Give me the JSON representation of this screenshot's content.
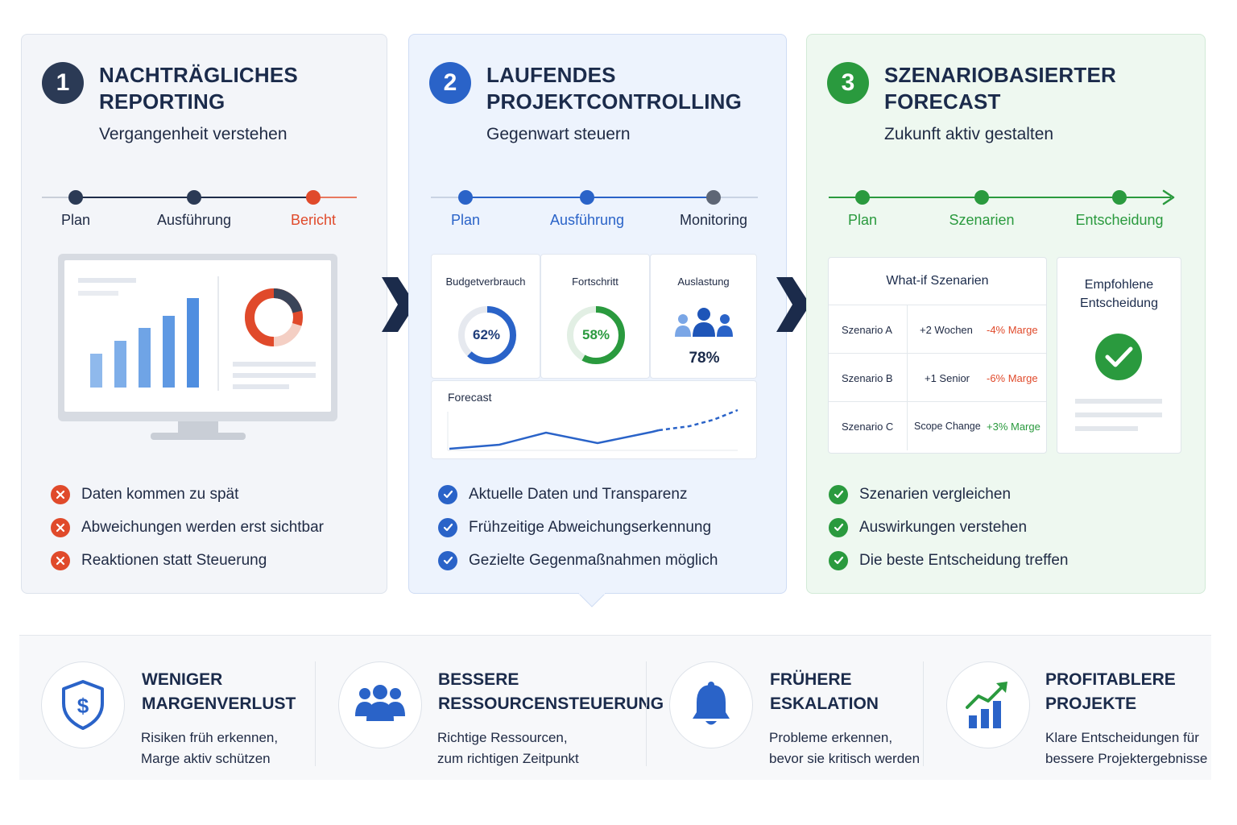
{
  "colors": {
    "navy": "#1b2b4b",
    "red": "#e04a2b",
    "blue": "#2a63c8",
    "green": "#2a9a3e",
    "gray": "#5e6675"
  },
  "stage1": {
    "number": "1",
    "title_line1": "NACHTRÄGLICHES",
    "title_line2": "REPORTING",
    "subtitle": "Vergangenheit verstehen",
    "timeline": [
      "Plan",
      "Ausführung",
      "Bericht"
    ],
    "illustration_icon": "monitor-report-icon",
    "bullets": [
      "Daten kommen zu spät",
      "Abweichungen werden erst sichtbar",
      "Reaktionen statt Steuerung"
    ],
    "bullet_icon": "x-circle-icon"
  },
  "stage2": {
    "number": "2",
    "title_line1": "LAUFENDES",
    "title_line2": "PROJEKTCONTROLLING",
    "subtitle": "Gegenwart steuern",
    "timeline": [
      "Plan",
      "Ausführung",
      "Monitoring"
    ],
    "kpis": [
      {
        "label": "Budgetverbrauch",
        "value_text": "62%",
        "value": 62
      },
      {
        "label": "Fortschritt",
        "value_text": "58%",
        "value": 58
      },
      {
        "label": "Auslastung",
        "value_text": "78%",
        "value": 78
      }
    ],
    "forecast_label": "Forecast",
    "bullets": [
      "Aktuelle Daten und Transparenz",
      "Frühzeitige Abweichungserkennung",
      "Gezielte Gegenmaßnahmen möglich"
    ],
    "bullet_icon": "check-circle-icon"
  },
  "stage3": {
    "number": "3",
    "title_line1": "SZENARIOBASIERTER",
    "title_line2": "FORECAST",
    "subtitle": "Zukunft aktiv gestalten",
    "timeline": [
      "Plan",
      "Szenarien",
      "Entscheidung"
    ],
    "table_title": "What-if Szenarien",
    "scenarios": [
      {
        "name": "Szenario A",
        "change": "+2 Wochen",
        "impact": "-4% Marge",
        "impact_color": "#e04a2b"
      },
      {
        "name": "Szenario B",
        "change": "+1 Senior",
        "impact": "-6% Marge",
        "impact_color": "#e04a2b"
      },
      {
        "name": "Szenario C",
        "change": "Scope Change",
        "impact": "+3% Marge",
        "impact_color": "#2a9a3e"
      }
    ],
    "recommendation_line1": "Empfohlene",
    "recommendation_line2": "Entscheidung",
    "bullets": [
      "Szenarien vergleichen",
      "Auswirkungen verstehen",
      "Die beste Entscheidung treffen"
    ],
    "bullet_icon": "check-circle-icon"
  },
  "benefits": [
    {
      "icon": "shield-dollar-icon",
      "title_line1": "WENIGER",
      "title_line2": "MARGENVERLUST",
      "text_line1": "Risiken früh erkennen,",
      "text_line2": "Marge aktiv schützen"
    },
    {
      "icon": "team-icon",
      "title_line1": "BESSERE",
      "title_line2": "RESSOURCENSTEUERUNG",
      "text_line1": "Richtige Ressourcen,",
      "text_line2": "zum richtigen Zeitpunkt"
    },
    {
      "icon": "bell-icon",
      "title_line1": "FRÜHERE",
      "title_line2": "ESKALATION",
      "text_line1": "Probleme erkennen,",
      "text_line2": "bevor sie kritisch werden"
    },
    {
      "icon": "growth-chart-icon",
      "title_line1": "PROFITABLERE",
      "title_line2": "PROJEKTE",
      "text_line1": "Klare Entscheidungen für",
      "text_line2": "bessere Projektergebnisse"
    }
  ]
}
